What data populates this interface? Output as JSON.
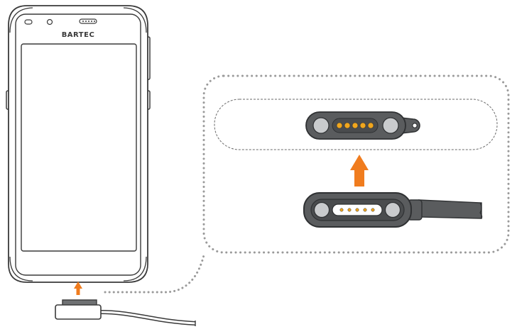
{
  "device": {
    "brand_label": "BARTEC"
  },
  "colors": {
    "outline": "#3a3a3a",
    "arrow": "#f07c1e",
    "pin": "#f0a61e",
    "connector_body": "#5a5c5e",
    "connector_rim": "#2f3133",
    "pad": "#c9cbcd",
    "dots": "#9a9a9a",
    "dashes": "#6a6a6a"
  },
  "icons": {
    "phone": "mobile-device-illustration",
    "arrow": "up-arrow-icon",
    "connector": "magnetic-pogo-connector"
  }
}
